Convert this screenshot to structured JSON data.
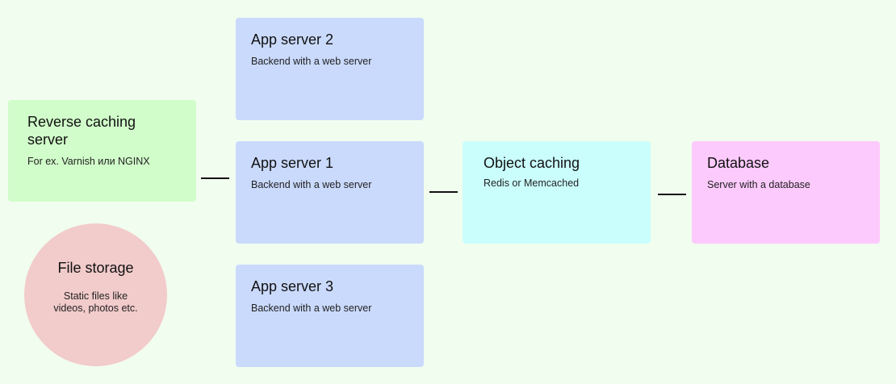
{
  "nodes": {
    "reverse_cache": {
      "title": "Reverse caching server",
      "desc": "For ex. Varnish или NGINX",
      "color": "#d1fdca"
    },
    "app2": {
      "title": "App server 2",
      "desc": "Backend with a web server",
      "color": "#cadafd"
    },
    "app1": {
      "title": "App server 1",
      "desc": "Backend with a web server",
      "color": "#cadafd"
    },
    "app3": {
      "title": "App server 3",
      "desc": "Backend with a web server",
      "color": "#cadafd"
    },
    "object_cache": {
      "title": "Object caching",
      "desc": "Redis or Memcached",
      "color": "#cafefd"
    },
    "database": {
      "title": "Database",
      "desc": "Server with a database",
      "color": "#fdcafd"
    },
    "file_storage": {
      "title": "File storage",
      "desc": "Static files like videos, photos etc.",
      "color": "#f2cbcb"
    }
  },
  "connectors": [
    {
      "from": "Reverse caching server",
      "to": "App server 1"
    },
    {
      "from": "App server 1",
      "to": "Object caching"
    },
    {
      "from": "Object caching",
      "to": "Database"
    }
  ],
  "background_color": "#f1fdee"
}
